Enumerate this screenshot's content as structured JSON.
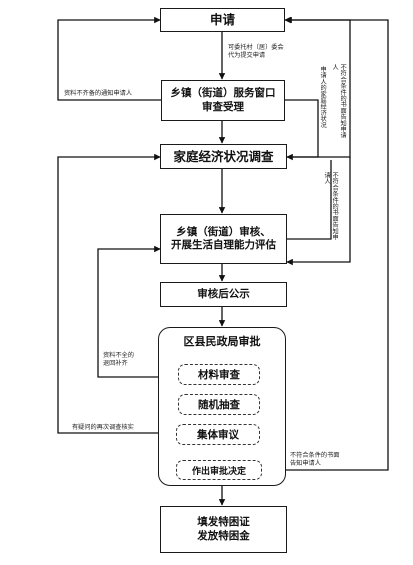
{
  "steps": {
    "apply": "申请",
    "window_line1": "乡镇（街道）服务窗口",
    "window_line2": "审查受理",
    "survey": "家庭经济状况调查",
    "review_line1": "乡镇（街道）审核、",
    "review_line2": "开展生活自理能力评估",
    "publicize": "审核后公示",
    "district": "区县民政局审批",
    "material": "材料审查",
    "spot_check": "随机抽查",
    "collective": "集体审议",
    "decision": "作出审批决定",
    "issue_line1": "填发特困证",
    "issue_line2": "发放特困金"
  },
  "notes": {
    "proxy_line1": "可委托村（居）委会",
    "proxy_line2": "代为提交申请",
    "incomplete_notice": "资料不齐备的通知申请人",
    "right_v1": "不符合条件的书面告知申请人",
    "right_v2": "申请人的家庭经济状况",
    "right_v3": "不符合条件的书面告知申请人",
    "supplement_line1": "资料不全的",
    "supplement_line2": "退回补齐",
    "dispute": "有疑问的再次调查核实",
    "reject_line1": "不符合条件的书面",
    "reject_line2": "告知申请人"
  }
}
